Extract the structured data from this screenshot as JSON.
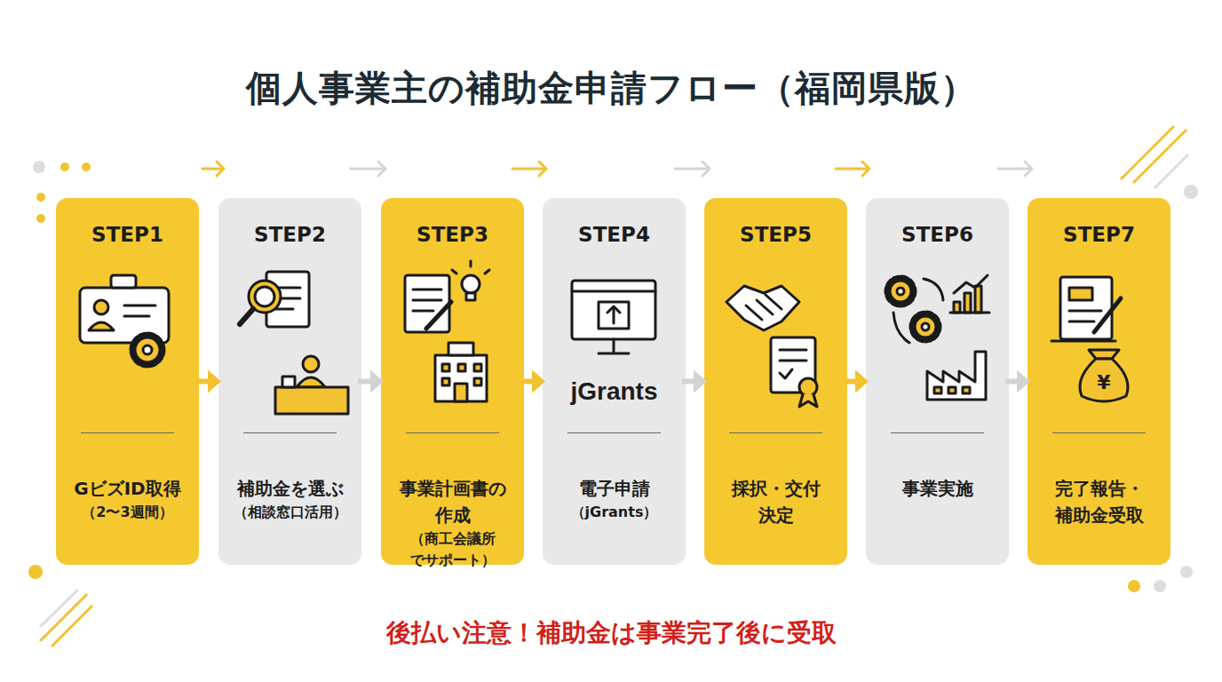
{
  "diagram": {
    "title": "個人事業主の補助金申請フロー（福岡県版）",
    "caption": "後払い注意！補助金は事業完了後に受取",
    "nodes": [
      {
        "text": [
          "STEP1",
          "GビズID取得",
          "（2〜3週間）"
        ]
      },
      {
        "text": [
          "STEP2",
          "補助金を選ぶ",
          "（相談窓口活用）"
        ]
      },
      {
        "text": [
          "STEP3",
          "事業計画書の作成",
          "（商工会議所でサポート）"
        ]
      },
      {
        "text": [
          "STEP4",
          "jGrants",
          "電子申請",
          "（jGrants）"
        ]
      },
      {
        "text": [
          "STEP5",
          "採択・交付決定"
        ]
      },
      {
        "text": [
          "STEP6",
          "事業実施"
        ]
      },
      {
        "text": [
          "STEP7",
          "完了報告・補助金受取"
        ]
      }
    ],
    "edges": [
      {
        "from": 0,
        "to": 1,
        "arrow": "to"
      },
      {
        "from": 1,
        "to": 2,
        "arrow": "to"
      },
      {
        "from": 2,
        "to": 3,
        "arrow": "to"
      },
      {
        "from": 3,
        "to": 4,
        "arrow": "to"
      },
      {
        "from": 4,
        "to": 5,
        "arrow": "to"
      },
      {
        "from": 5,
        "to": 6,
        "arrow": "to"
      }
    ],
    "labels": [
      "¥"
    ]
  }
}
